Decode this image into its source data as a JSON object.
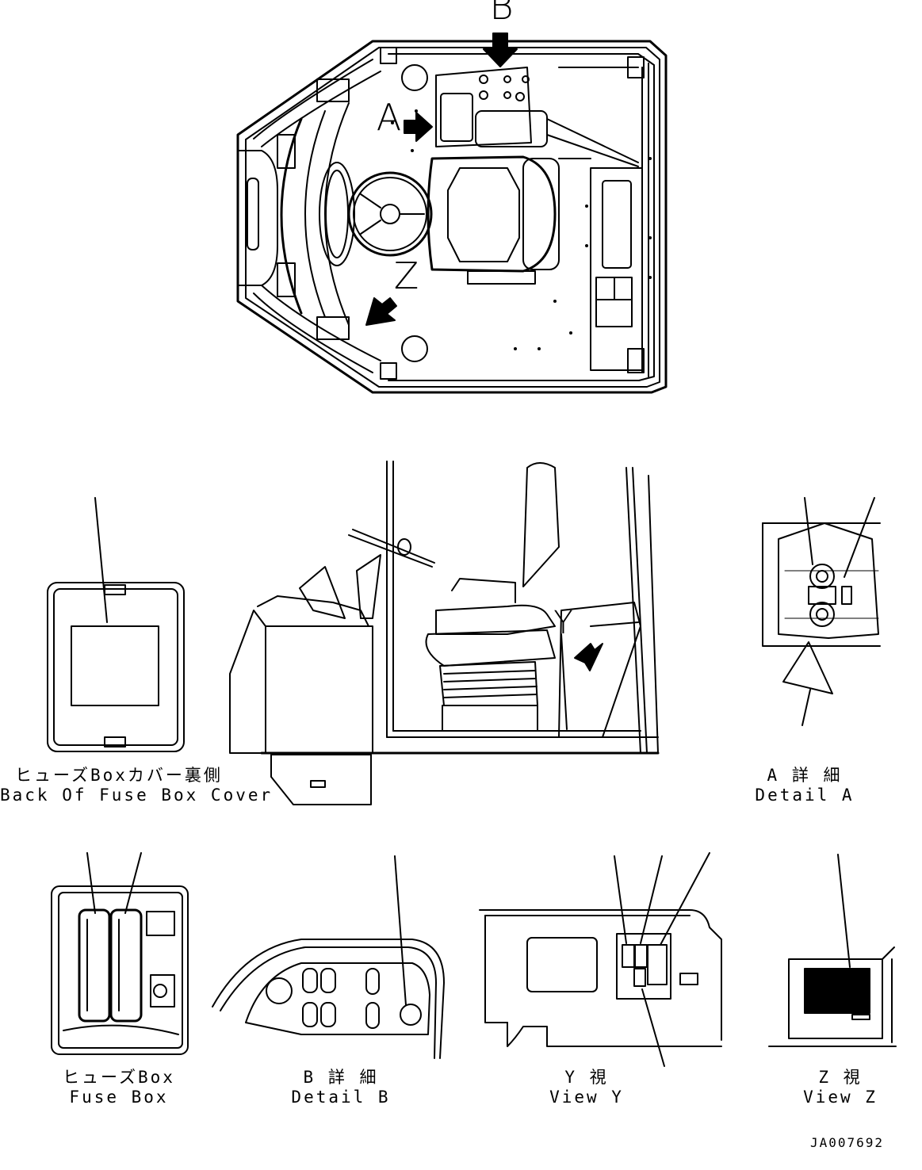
{
  "markers": {
    "a": "A",
    "b": "B",
    "z": "Z",
    "y": "Y"
  },
  "captions": {
    "fuse_cover_jp": "ヒューズBoxカバー裏側",
    "fuse_cover_en": "Back Of Fuse Box Cover",
    "detail_a_jp": "A 詳 細",
    "detail_a_en": "Detail A",
    "fuse_box_jp": "ヒューズBox",
    "fuse_box_en": "Fuse Box",
    "detail_b_jp": "B 詳 細",
    "detail_b_en": "Detail B",
    "view_y_jp": "Y 視",
    "view_y_en": "View Y",
    "view_z_jp": "Z 視",
    "view_z_en": "View Z"
  },
  "drawing_code": "JA007692"
}
